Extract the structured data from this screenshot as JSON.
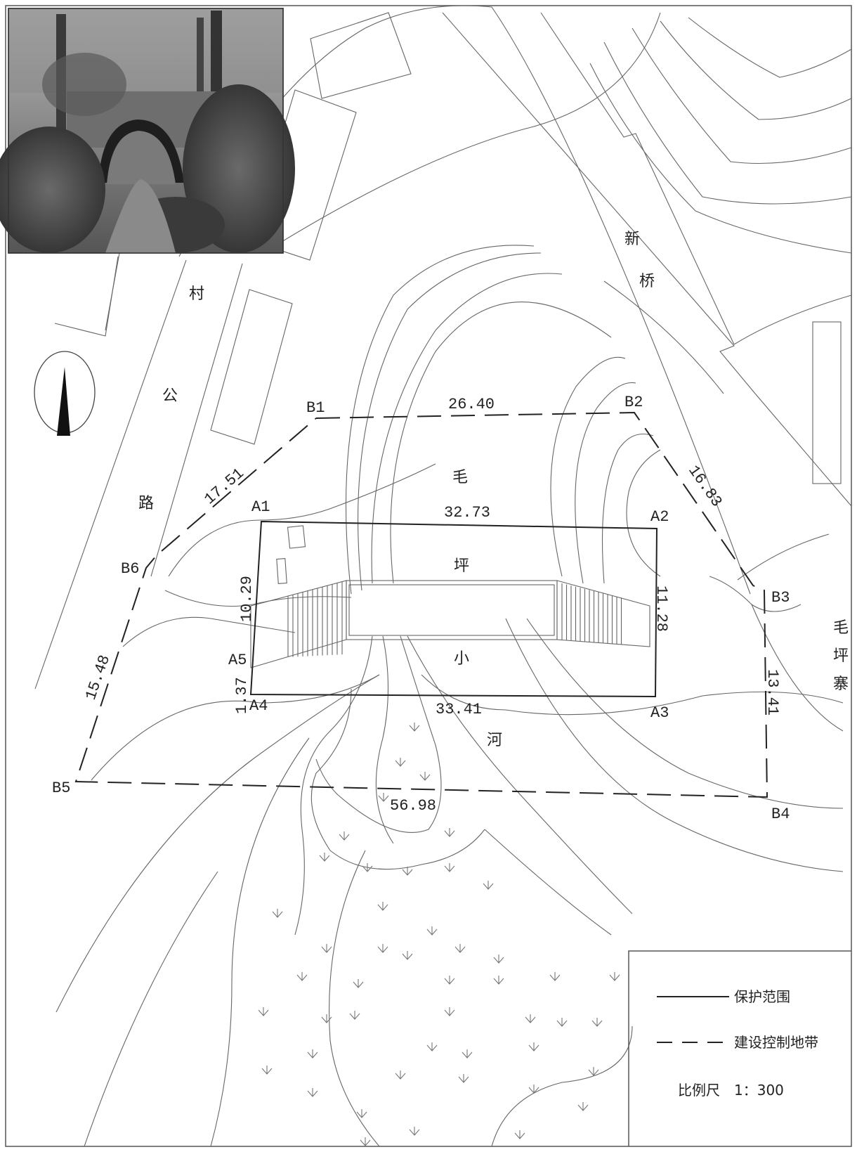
{
  "points": {
    "A1": "A1",
    "A2": "A2",
    "A3": "A3",
    "A4": "A4",
    "A5": "A5",
    "B1": "B1",
    "B2": "B2",
    "B3": "B3",
    "B4": "B4",
    "B5": "B5",
    "B6": "B6"
  },
  "dimensions": {
    "b1_b2": "26.40",
    "b2_b3": "16.83",
    "b3_b4": "13.41",
    "b4_b5": "56.98",
    "b5_b6": "15.48",
    "b6_b1": "17.51",
    "a1_a2": "32.73",
    "a2_a3": "11.28",
    "a3_a4": "33.41",
    "a4_a5": "1.37",
    "a5_a1": "10.29"
  },
  "place_names": {
    "road": [
      "村",
      "公",
      "路"
    ],
    "river": [
      "毛",
      "坪",
      "小",
      "河"
    ],
    "new_bridge": [
      "新",
      "桥"
    ],
    "village": [
      "毛",
      "坪",
      "寨"
    ]
  },
  "legend": {
    "protection_range": "保护范围",
    "construction_control_zone": "建设控制地带",
    "scale_label": "比例尺",
    "scale_value": "1：300"
  },
  "photo": {
    "subject": "stone arch bridge over stream with vegetation"
  }
}
